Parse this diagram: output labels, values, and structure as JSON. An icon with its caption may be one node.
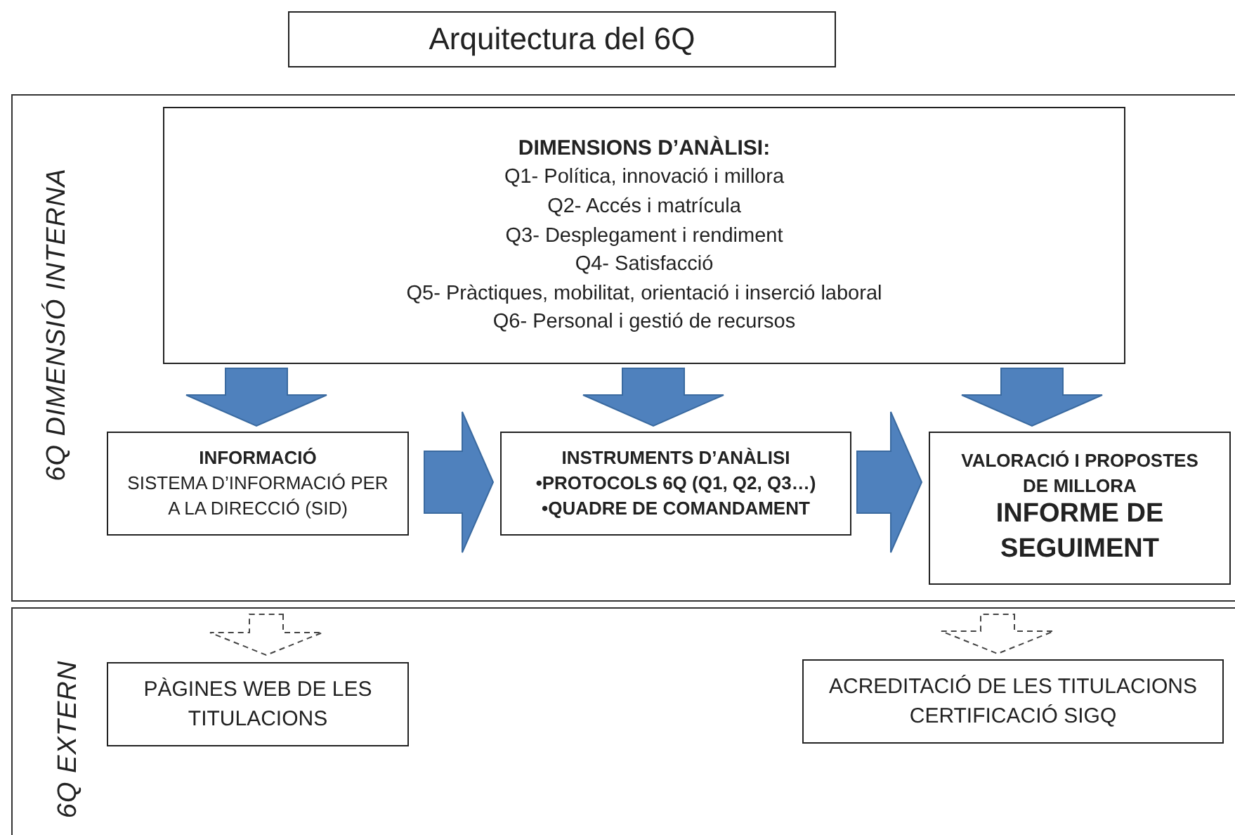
{
  "diagram": {
    "title": "Arquitectura del 6Q",
    "nodes": [
      {
        "text": [
          "6Q DIMENSIÓ INTERNA"
        ]
      },
      {
        "text": [
          "DIMENSIONS D’ANÀLISI:",
          "Q1- Política, innovació i millora",
          "Q2- Accés i matrícula",
          "Q3- Desplegament i rendiment",
          "Q4- Satisfacció",
          "Q5- Pràctiques, mobilitat, orientació i  inserció laboral",
          "Q6- Personal i gestió de recursos"
        ],
        "in": 0
      },
      {
        "text": [
          "INFORMACIÓ",
          "SISTEMA D’INFORMACIÓ PER A LA DIRECCIÓ (SID)"
        ],
        "in": 0
      },
      {
        "text": [
          "INSTRUMENTS D’ANÀLISI",
          "•PROTOCOLS 6Q (Q1, Q2, Q3…)",
          "•QUADRE DE COMANDAMENT"
        ],
        "in": 0
      },
      {
        "text": [
          "VALORACIÓ I PROPOSTES DE MILLORA",
          "INFORME DE SEGUIMENT"
        ],
        "in": 0
      },
      {
        "text": [
          "6Q EXTERN"
        ]
      },
      {
        "text": [
          "PÀGINES WEB DE LES TITULACIONS"
        ],
        "in": 5
      },
      {
        "text": [
          "ACREDITACIÓ DE LES TITULACIONS CERTIFICACIÓ SIGQ"
        ],
        "in": 5
      }
    ],
    "edges": [
      {
        "from": 1,
        "to": 2,
        "arrow": "to",
        "style": "thick",
        "color": "#4f81bd"
      },
      {
        "from": 1,
        "to": 3,
        "arrow": "to",
        "style": "thick",
        "color": "#4f81bd"
      },
      {
        "from": 1,
        "to": 4,
        "arrow": "to",
        "style": "thick",
        "color": "#4f81bd"
      },
      {
        "from": 2,
        "to": 3,
        "arrow": "to",
        "style": "thick",
        "color": "#4f81bd"
      },
      {
        "from": 3,
        "to": 4,
        "arrow": "to",
        "style": "thick",
        "color": "#4f81bd"
      },
      {
        "from": 2,
        "to": 6,
        "arrow": "to",
        "style": "dashed"
      },
      {
        "from": 4,
        "to": 7,
        "arrow": "to",
        "style": "dashed"
      }
    ]
  }
}
